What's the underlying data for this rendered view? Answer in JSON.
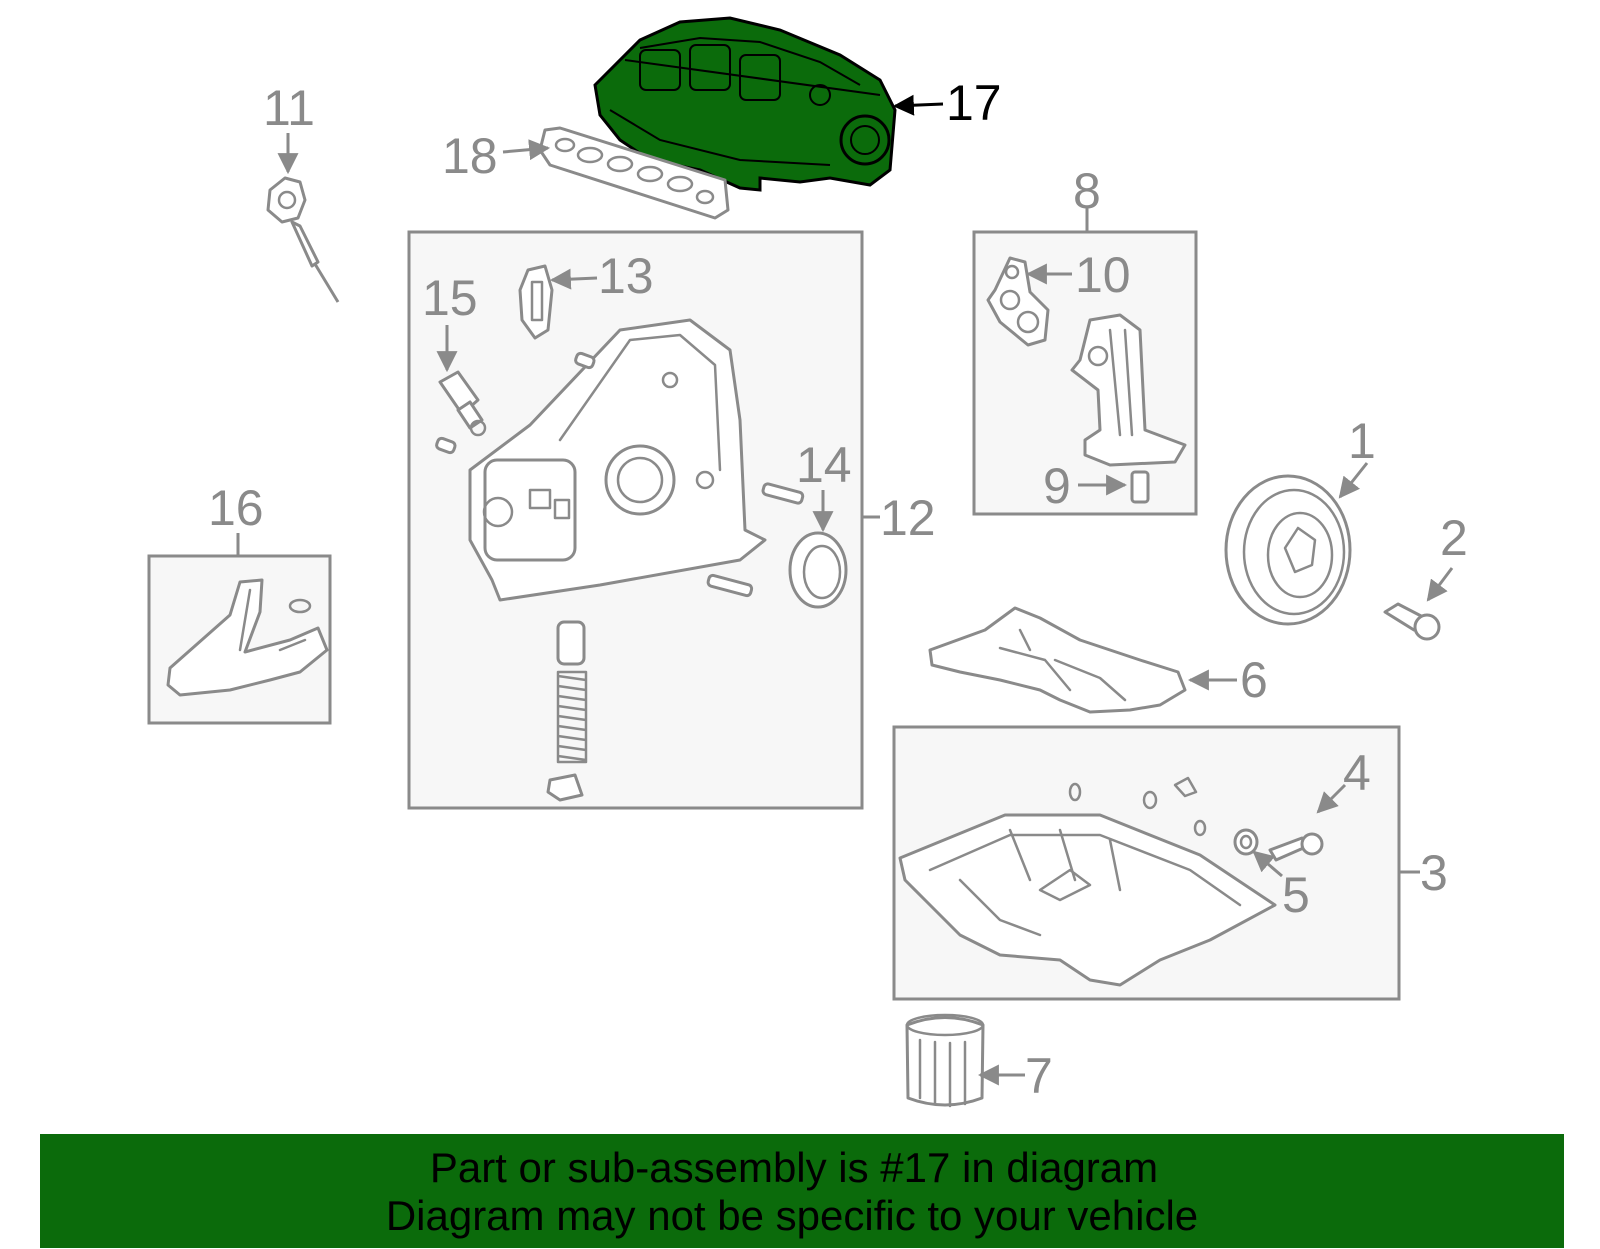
{
  "callouts": {
    "c1": "1",
    "c2": "2",
    "c3": "3",
    "c4": "4",
    "c5": "5",
    "c6": "6",
    "c7": "7",
    "c8": "8",
    "c9": "9",
    "c10": "10",
    "c11": "11",
    "c12": "12",
    "c13": "13",
    "c14": "14",
    "c15": "15",
    "c16": "16",
    "c17": "17",
    "c18": "18"
  },
  "highlight_color": "#0b6b0b",
  "banner": {
    "line1": "Part or sub-assembly is #17 in diagram",
    "line2": "Diagram may not be specific to your vehicle"
  }
}
